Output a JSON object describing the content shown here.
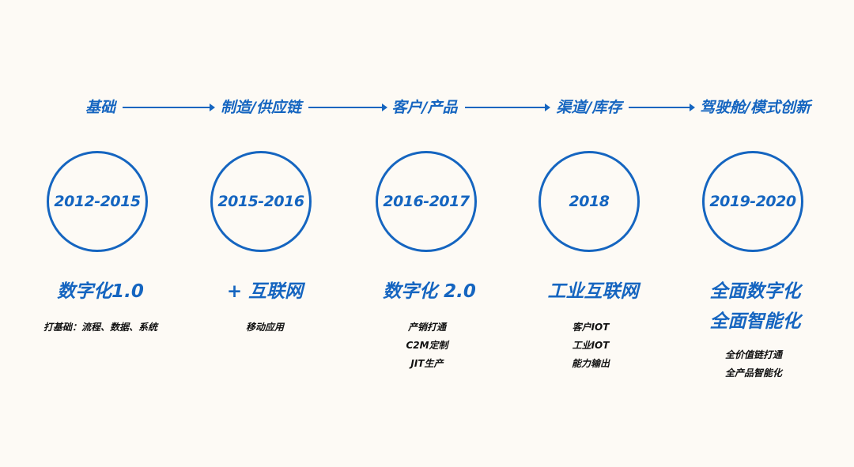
{
  "accent_color": "#1565c0",
  "background_color": "#fdfaf5",
  "stages": [
    {
      "focus": "基础",
      "year": "2012-2015",
      "title": [
        "数字化1.0"
      ],
      "items": [
        "打基础：流程、数据、系统"
      ]
    },
    {
      "focus": "制造/供应链",
      "year": "2015-2016",
      "title": [
        "+ 互联网"
      ],
      "items": [
        "移动应用"
      ]
    },
    {
      "focus": "客户/产品",
      "year": "2016-2017",
      "title": [
        "数字化 2.0"
      ],
      "items": [
        "产销打通",
        "C2M定制",
        "JIT生产"
      ]
    },
    {
      "focus": "渠道/库存",
      "year": "2018",
      "title": [
        "工业互联网"
      ],
      "items": [
        "客户IOT",
        "工业IOT",
        "能力输出"
      ]
    },
    {
      "focus": "驾驶舱/模式创新",
      "year": "2019-2020",
      "title": [
        "全面数字化",
        "全面智能化"
      ],
      "items": [
        "全价值链打通",
        "全产品智能化"
      ]
    }
  ]
}
